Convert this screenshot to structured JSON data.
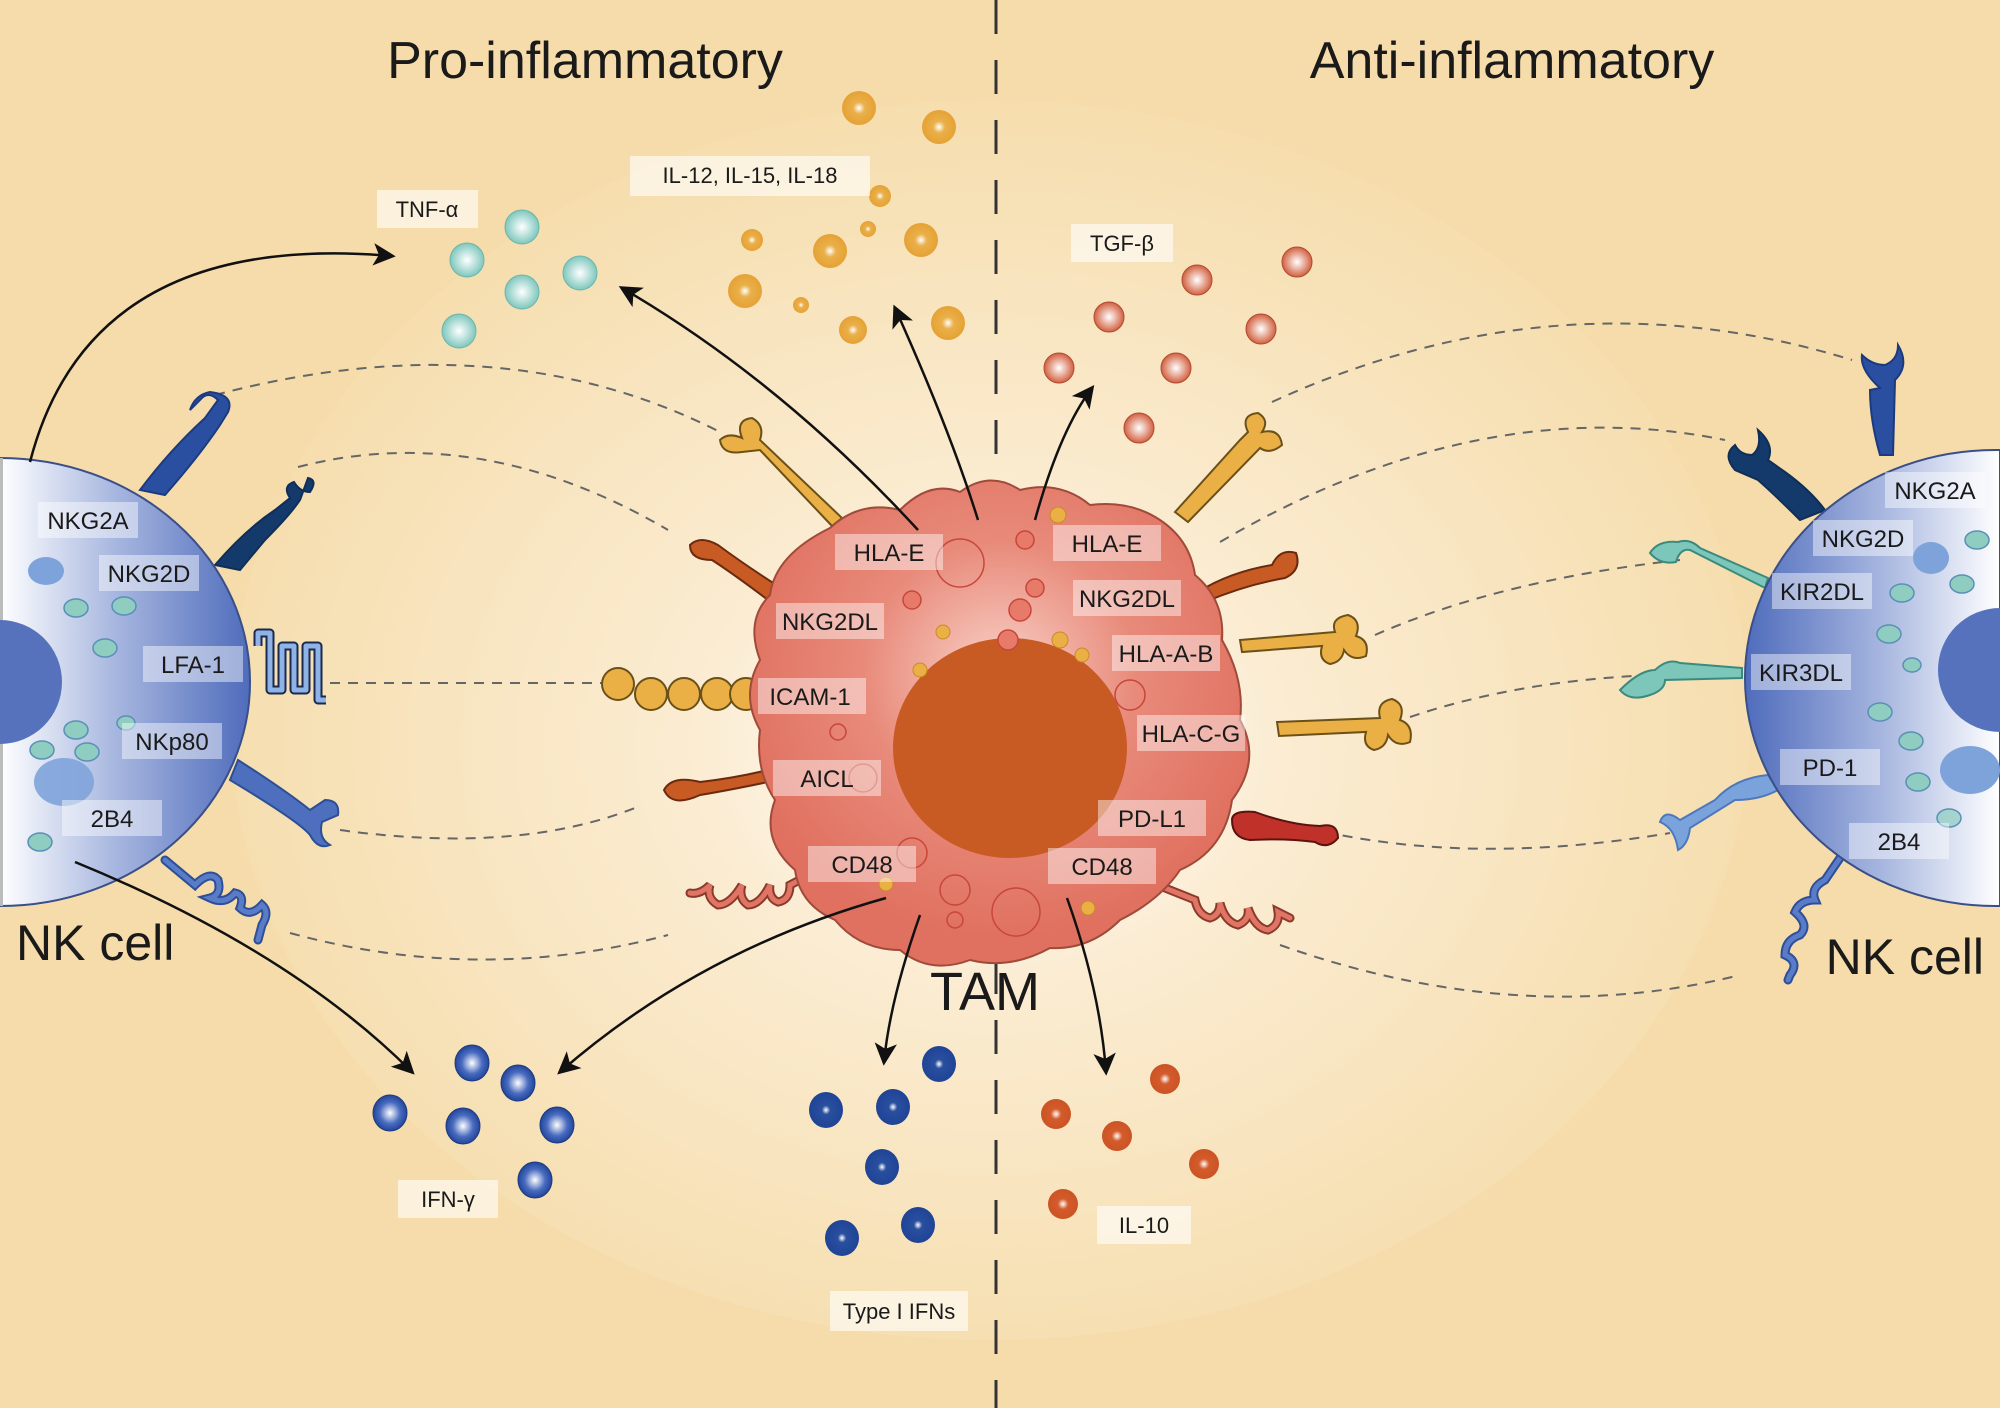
{
  "headings": {
    "left": "Pro-inflammatory",
    "right": "Anti-inflammatory"
  },
  "cells": {
    "nk_left": {
      "title": "NK cell",
      "receptors": [
        "NKG2A",
        "NKG2D",
        "LFA-1",
        "NKp80",
        "2B4"
      ]
    },
    "nk_right": {
      "title": "NK cell",
      "receptors": [
        "NKG2A",
        "NKG2D",
        "KIR2DL",
        "KIR3DL",
        "PD-1",
        "2B4"
      ]
    },
    "tam": {
      "title": "TAM",
      "ligands_left": [
        "HLA-E",
        "NKG2DL",
        "ICAM-1",
        "AICL",
        "CD48"
      ],
      "ligands_right": [
        "HLA-E",
        "NKG2DL",
        "HLA-A-B",
        "HLA-C-G",
        "PD-L1",
        "CD48"
      ]
    }
  },
  "cytokines": {
    "tnf": "TNF-α",
    "il12": "IL-12, IL-15, IL-18",
    "tgf": "TGF-β",
    "ifng": "IFN-γ",
    "type1": "Type I IFNs",
    "il10": "IL-10"
  },
  "colors": {
    "background": "#f6deb0",
    "nk_cell": "#5a76c0",
    "tam_body": "#e07565",
    "tam_nucleus": "#c85a24",
    "tnf": "#8fd0c8",
    "il12": "#e8a93a",
    "tgf": "#d9664a",
    "ifn": "#2a4d9e",
    "il10": "#d25a28"
  }
}
